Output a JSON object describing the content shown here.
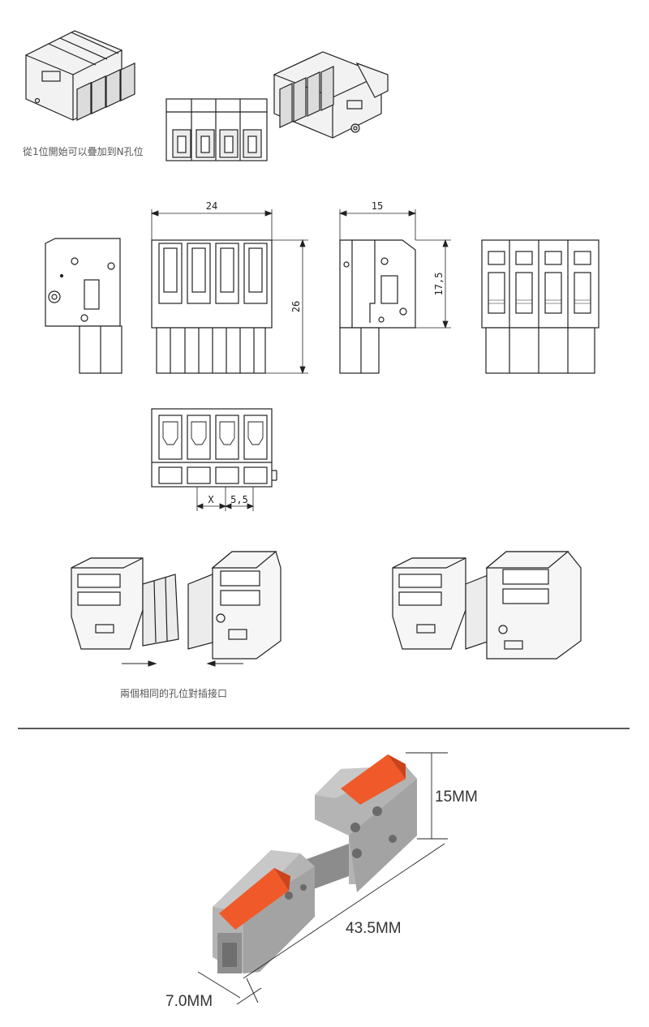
{
  "captions": {
    "stacking_note": "從1位開始可以疊加到N孔位",
    "mating_note": "兩個相同的孔位對插接口"
  },
  "dimensions": {
    "front_width": "24",
    "height": "26",
    "side_depth": "15",
    "side_height": "17,5",
    "pitch_x": "X",
    "pitch": "5,5"
  },
  "photo_dimensions": {
    "height": "15MM",
    "length": "43.5MM",
    "width": "7.0MM"
  },
  "colors": {
    "line": "#222222",
    "body_gray": "#a9a9a9",
    "body_dark": "#8c8c8c",
    "lever_orange": "#f05a2a",
    "photo_background": "#ffffff"
  }
}
